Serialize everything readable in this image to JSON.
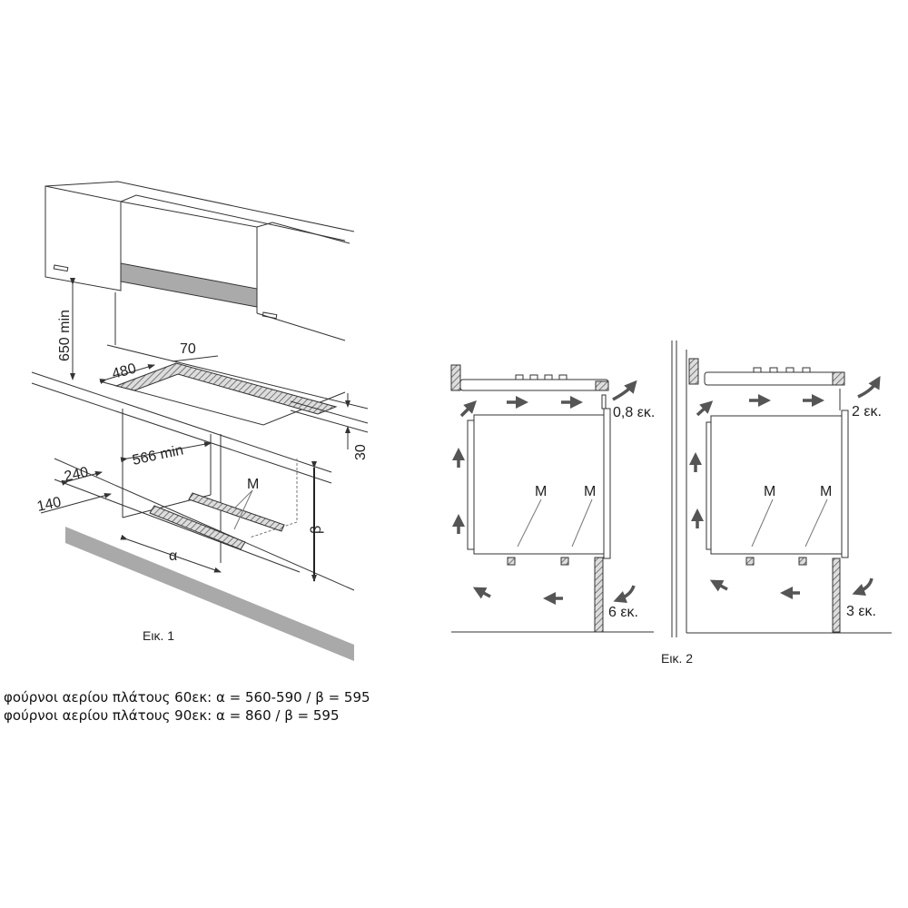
{
  "figure1": {
    "caption": "Εικ. 1",
    "dimensions": {
      "cabinet_clearance": "650 min",
      "cutout_depth": "480",
      "edge_offset": "70",
      "worktop_thickness": "30",
      "cabinet_depth": "566 min",
      "rail_offset_back": "240",
      "rail_offset_front": "140",
      "width_symbol": "α",
      "height_symbol": "β",
      "rail_label": "M"
    }
  },
  "figure2": {
    "caption": "Εικ. 2",
    "left": {
      "top_gap": "0,8 εκ.",
      "bottom_gap": "6 εκ.",
      "rail_labels": [
        "M",
        "M"
      ]
    },
    "right": {
      "top_gap": "2 εκ.",
      "bottom_gap": "3 εκ.",
      "rail_labels": [
        "M",
        "M"
      ]
    }
  },
  "notes": [
    "φούρνοι αερίου πλάτους 60εκ: α = 560-590 / β = 595",
    "φούρνοι αερίου πλάτους 90εκ: α = 860 / β = 595"
  ],
  "colors": {
    "line": "#333333",
    "arrow": "#555555",
    "plinth": "#a9a9a9"
  }
}
